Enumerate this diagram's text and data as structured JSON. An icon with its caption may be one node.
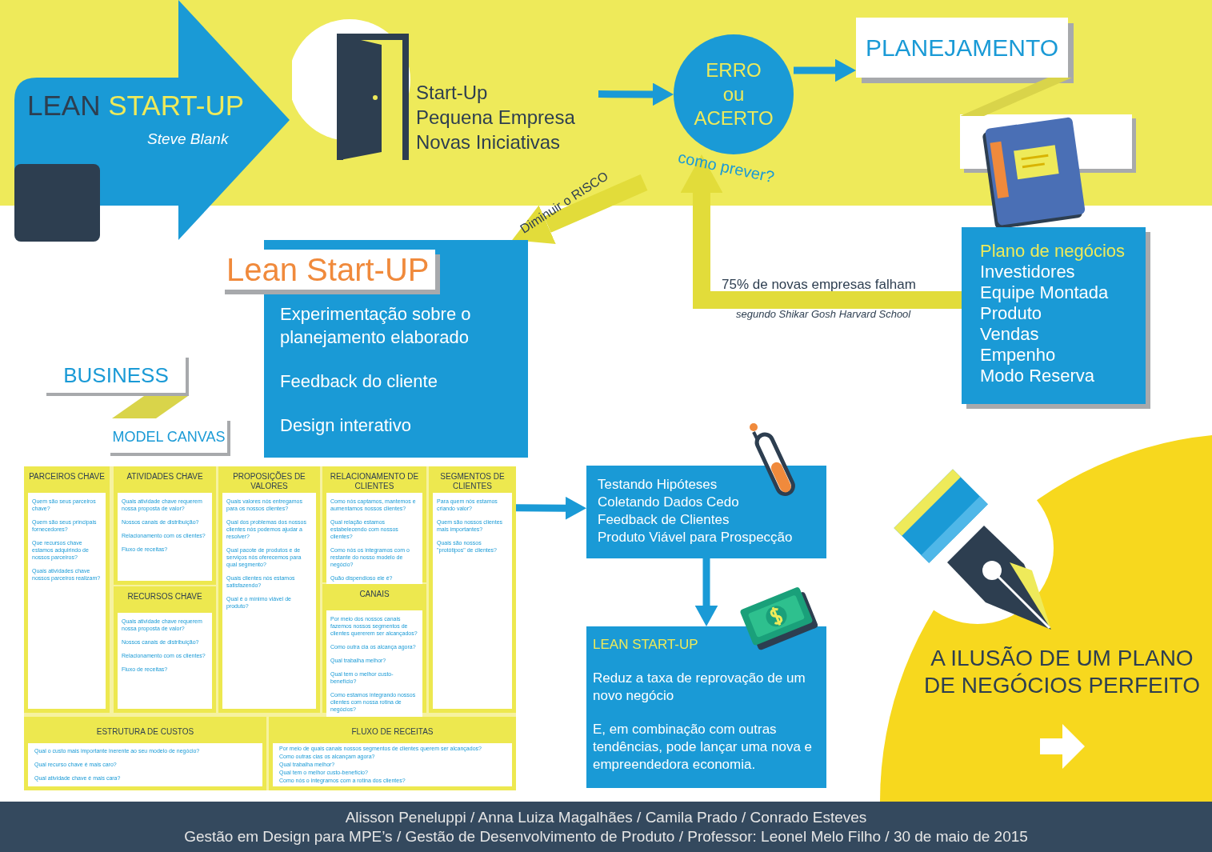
{
  "diagram": {
    "nodes": [
      {
        "text": [
          "LEAN START-UP",
          "Steve Blank"
        ]
      },
      {
        "text": [
          "Start-Up",
          "Pequena Empresa",
          "Novas Iniciativas"
        ]
      },
      {
        "text": [
          "ERRO ou ACERTO"
        ],
        "beside": [
          "como prever?"
        ]
      },
      {
        "text": [
          "PLANEJAMENTO"
        ]
      },
      {
        "text": [
          "Plano de negócios",
          "Investidores",
          "Equipe Montada",
          "Produto",
          "Vendas",
          "Empenho",
          "Modo Reserva"
        ]
      },
      {
        "text": [
          "Lean Start-UP",
          "Experimentação sobre o planejamento elaborado",
          "Feedback do cliente",
          "Design interativo"
        ]
      },
      {
        "text": [
          "BUSINESS"
        ]
      },
      {
        "text": [
          "MODEL CANVAS"
        ]
      },
      {
        "text": [],
        "shape": "box"
      },
      {
        "text": [
          "PARCEIROS CHAVE",
          "Quem são seus parceiros chave?",
          "Quem são seus principais fornecedores?",
          "Que recursos chave estamos adquirindo de nossos parceiros?",
          "Quais atividades chave nossos parceiros realizam?"
        ],
        "in": 8
      },
      {
        "text": [
          "ATIVIDADES CHAVE",
          "Quais atividade chave requerem nossa proposta de valor?",
          "Nossos canais de distribuição?",
          "Relacionamento com os clientes?",
          "Fluxo de receitas?"
        ],
        "in": 8
      },
      {
        "text": [
          "RECURSOS CHAVE",
          "Quais atividade chave requerem nossa proposta de valor?",
          "Nossos canais de distribuição?",
          "Relacionamento com os clientes?",
          "Fluxo de receitas?"
        ],
        "in": 8
      },
      {
        "text": [
          "PROPOSIÇÕES DE VALORES",
          "Quais valores nós entregamos para os nossos clientes?",
          "Qual dos problemas dos nossos clientes nós podemos ajudar a resolver?",
          "Qual pacote de produtos e de serviços nós oferecemos para qual segmento?",
          "Quais clientes nós estamos satisfazendo?",
          "Qual é o mínimo viável de produto?"
        ],
        "in": 8
      },
      {
        "text": [
          "RELACIONAMENTO DE CLIENTES",
          "Como nós captamos, mantemos e aumentamos nossos clientes?",
          "Qual relação estamos estabelecendo com nossos clientes?",
          "Como nós os integramos com o restante do nosso modelo de negócio?",
          "Quão dispendioso ele é?"
        ],
        "in": 8
      },
      {
        "text": [
          "CANAIS",
          "Por meio dos nossos canais fazemos nossos segmentos de clientes quererem ser alcançados?",
          "Como outra cia os alcança agora?",
          "Qual trabalha melhor?",
          "Qual tem o melhor custo-benefício?",
          "Como estamos integrando nossos clientes com nossa rotina de negócios?"
        ],
        "in": 8
      },
      {
        "text": [
          "SEGMENTOS DE CLIENTES",
          "Para quem nós estamos criando valor?",
          "Quem são nossos clientes mais importantes?",
          "Quais são nossos \"protótipos\" de clientes?"
        ],
        "in": 8
      },
      {
        "text": [
          "ESTRUTURA DE CUSTOS",
          "Qual o custo mais importante inerente ao seu modelo de negócio?",
          "Qual recurso chave é mais caro?",
          "Qual atividade chave é  mais cara?"
        ],
        "in": 8
      },
      {
        "text": [
          "FLUXO DE RECEITAS",
          "Por meio de quais canais nossos segmentos de clientes querem ser alcançados?",
          "Como outras cias os alcançam agora?",
          "Qual trabalha melhor?",
          "Qual tem o melhor custo-benefício?",
          "Como nós o integramos com a rotina dos clientes?"
        ],
        "in": 8
      },
      {
        "text": [
          "Testando Hipóteses",
          "Coletando Dados Cedo",
          "Feedback de Clientes",
          "Produto Viável para Prospecção"
        ]
      },
      {
        "text": [
          "LEAN START-UP",
          "Reduz a taxa de reprovação de um novo negócio",
          "E, em combinação com outras tendências, pode lançar uma nova e empreendedora economia."
        ]
      },
      {
        "text": [
          "A ILUSÃO DE UM PLANO DE NEGÓCIOS PERFEITO"
        ]
      },
      {
        "text": [],
        "shape": "bar"
      },
      {
        "text": [],
        "shape": "bar"
      },
      {
        "text": [
          "Alisson Peneluppi / Anna Luiza Magalhães / Camila Prado / Conrado Esteves",
          "Gestão em Design para MPE’s / Gestão de Desenvolvimento de Produto / Professor: Leonel Melo Filho / 30 de maio de 2015"
        ]
      }
    ],
    "edges": [
      {
        "from": 1,
        "to": 2,
        "arrow": "to"
      },
      {
        "from": 2,
        "to": 3,
        "arrow": "to"
      },
      {
        "from": null,
        "to": 5,
        "arrow": "to",
        "label": "Diminuir o RISCO",
        "style": "thick",
        "color": "#e2dc3a"
      },
      {
        "from": 4,
        "to": 2,
        "arrow": "to",
        "label": "75% de novas empresas falham",
        "style": "thick",
        "color": "#e2dc3a"
      },
      {
        "from": 8,
        "to": 18,
        "arrow": "to"
      },
      {
        "from": 18,
        "to": 19,
        "arrow": "to"
      }
    ],
    "labels": [
      "segundo Shikar Gosh Harvard School"
    ]
  }
}
